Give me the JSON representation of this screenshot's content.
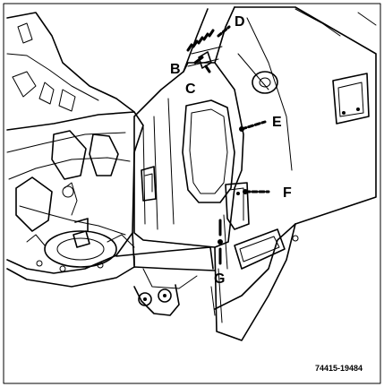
{
  "figure": {
    "callouts": {
      "b": "B",
      "c": "C",
      "d": "D",
      "e": "E",
      "f": "F",
      "g": "G"
    },
    "reference": "74415-19484"
  }
}
